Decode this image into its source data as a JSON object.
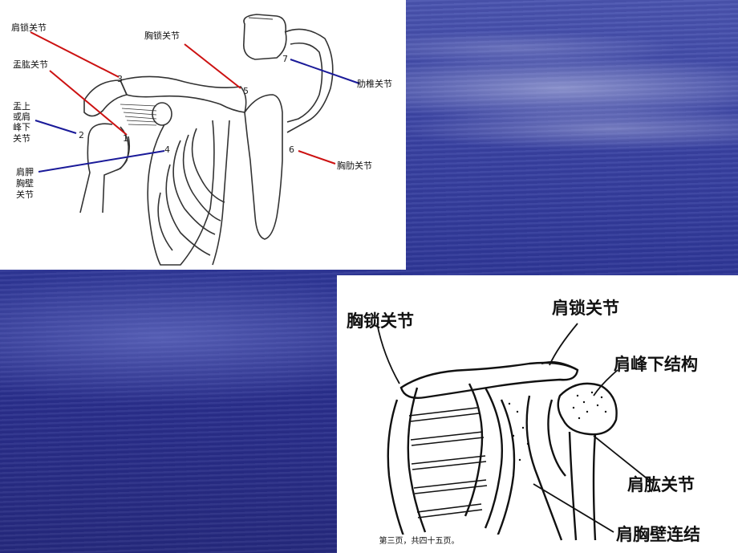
{
  "top_diagram": {
    "labels": {
      "acromioclavicular": "肩锁关节",
      "glenohumeral": "盂肱关节",
      "subacromial_line1": "盂上",
      "subacromial_line2": "或肩",
      "subacromial_line3": "峰下",
      "subacromial_line4": "关节",
      "scapulothoracic_line1": "肩胛",
      "scapulothoracic_line2": "胸壁",
      "scapulothoracic_line3": "关节",
      "sternoclavicular": "胸锁关节",
      "costovertebral": "肋椎关节",
      "sternocostal": "胸肋关节"
    },
    "numbers": {
      "n1": "1",
      "n2": "2",
      "n3": "3",
      "n4": "4",
      "n5": "5",
      "n6": "6",
      "n7": "7"
    },
    "line_colors": {
      "red": "#cc1111",
      "blue": "#1a1a99"
    }
  },
  "bottom_diagram": {
    "labels": {
      "sternoclavicular": "胸锁关节",
      "acromioclavicular": "肩锁关节",
      "subacromial": "肩峰下结构",
      "glenohumeral": "肩肱关节",
      "scapulothoracic": "肩胸壁连结"
    }
  },
  "footer": {
    "text": "第三页，共四十五页。"
  }
}
